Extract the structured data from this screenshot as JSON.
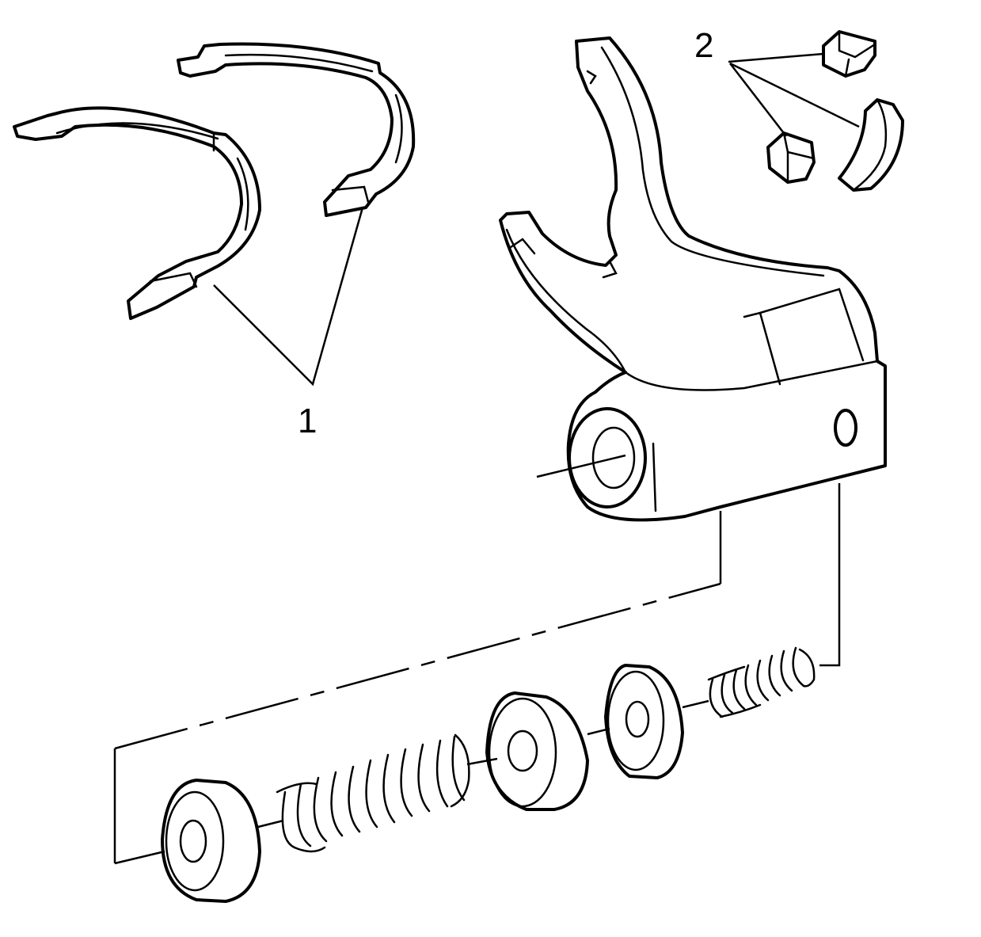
{
  "diagram": {
    "callouts": [
      {
        "id": "1",
        "label": "1"
      },
      {
        "id": "2",
        "label": "2"
      }
    ],
    "colors": {
      "line": "#000000",
      "fill": "#ffffff"
    }
  }
}
